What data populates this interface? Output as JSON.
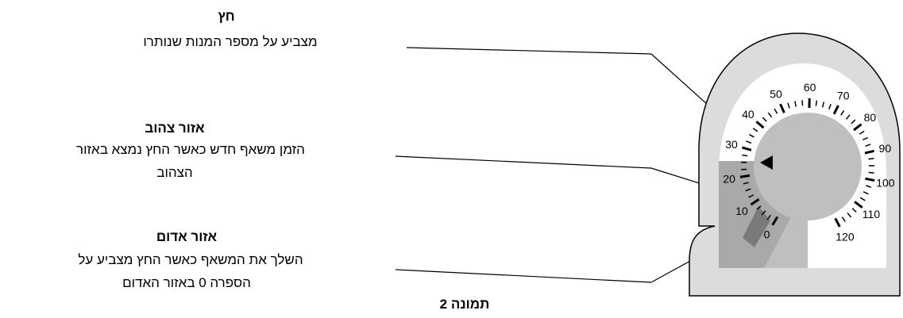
{
  "labels": {
    "arrow": {
      "title": "חץ",
      "desc": "מצביע על מספר המנות שנותרו"
    },
    "yellow": {
      "title": "אזור צהוב",
      "desc_line1": "הזמן משאף חדש כאשר החץ נמצא באזור",
      "desc_line2": "הצהוב"
    },
    "red": {
      "title": "אזור אדום",
      "desc_line1": "השלך את המשאף כאשר החץ מצביע על",
      "desc_line2": "הספרה 0 באזור האדום"
    }
  },
  "caption": "תמונה 2",
  "dial": {
    "ticks": [
      "0",
      "10",
      "20",
      "30",
      "40",
      "50",
      "60",
      "70",
      "80",
      "90",
      "100",
      "110",
      "120"
    ],
    "pointer_value": 25,
    "yellow_zone": [
      0,
      30
    ],
    "red_zone": [
      0,
      3
    ],
    "colors": {
      "housing": "#dcdcdc",
      "face": "#ffffff",
      "yellow": "#a9a9a9",
      "red": "#7a7a7a",
      "hub": "#bfbfbf"
    }
  }
}
